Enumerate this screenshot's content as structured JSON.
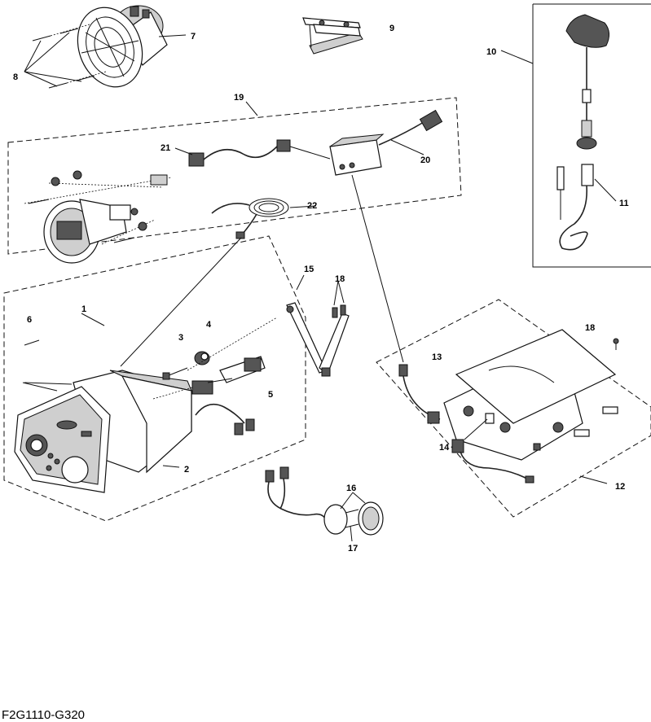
{
  "diagram_code": "F2G1110-G320",
  "callouts": [
    "1",
    "2",
    "3",
    "4",
    "5",
    "6",
    "7",
    "8",
    "9",
    "10",
    "11",
    "12",
    "13",
    "14",
    "15",
    "16",
    "17",
    "18",
    "19",
    "20",
    "21",
    "22"
  ]
}
